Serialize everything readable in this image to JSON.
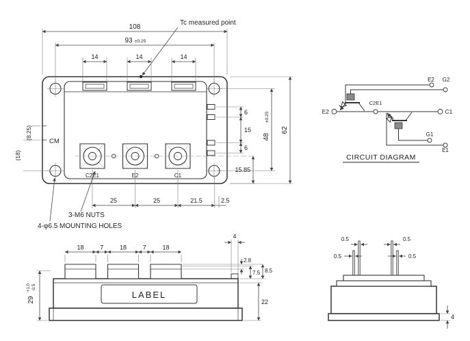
{
  "ink": "#2f2f2f",
  "top_view": {
    "tc_note": "Tc measured point",
    "logo": "CM",
    "terminal_labels": [
      "C2E1",
      "E2",
      "C1"
    ],
    "notes": {
      "nuts": "3-M6 NUTS",
      "holes": "4-φ6.5 MOUNTING HOLES"
    },
    "dims": {
      "overall_width": "108",
      "hole_pitch_x": "93",
      "hole_pitch_x_tol": "±0.25",
      "slot_width": "14",
      "overall_height": "62",
      "hole_pitch_y": "48",
      "hole_pitch_y_tol": "±0.25",
      "pin_gap_small": "6",
      "pin_gap_large": "15",
      "terminal_to_edge": "15.85",
      "left_ref_small": "(8.25)",
      "left_ref_large": "(18)",
      "terminal_pitch": "25",
      "terminal_to_hole": "21.5",
      "hole_to_edge": "2.5"
    }
  },
  "circuit": {
    "heading": "CIRCUIT DIAGRAM",
    "terminals": {
      "e2": "E2",
      "c1": "C1",
      "c2e1": "C2E1",
      "aux_e2": "E2",
      "aux_g2": "G2",
      "aux_g1": "G1",
      "aux_e1": "E1"
    }
  },
  "front_view": {
    "label": "LABEL",
    "dims": {
      "block_width": "18",
      "block_gap": "7",
      "rib": "4",
      "step1": "2.8",
      "step2": "7.5",
      "step3": "8.5",
      "body": "22",
      "height": "29",
      "height_tol_up": "+1.0",
      "height_tol_dn": "-0.5"
    }
  },
  "side_view": {
    "dims": {
      "pin_thickness": "0.5",
      "baseplate": "4"
    }
  }
}
